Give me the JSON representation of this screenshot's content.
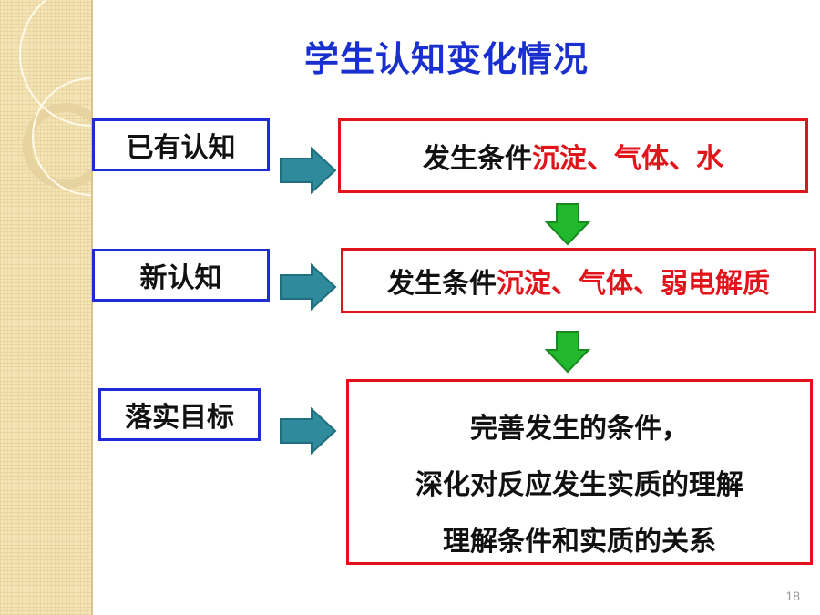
{
  "slide": {
    "title": "学生认知变化情况",
    "page_number": "18"
  },
  "rows": [
    {
      "label": "已有认知",
      "content_black": "发生条件",
      "content_red": "沉淀、气体、水"
    },
    {
      "label": "新认知",
      "content_black": "发生条件",
      "content_red": "沉淀、气体、弱电解质"
    },
    {
      "label": "落实目标",
      "lines": [
        "完善发生的条件，",
        "深化对反应发生实质的理解",
        "理解条件和实质的关系"
      ]
    }
  ],
  "colors": {
    "title": "#1a2fd0",
    "label_border": "#1f2bd6",
    "content_border": "#e2141b",
    "highlight_text": "#e2141b",
    "right_arrow_fill": "#2f8a9c",
    "down_arrow_fill": "#22b82e",
    "side_strip": "#f3e3b5"
  },
  "icons": {
    "right_arrow": "right-arrow-icon",
    "down_arrow": "down-arrow-icon"
  }
}
